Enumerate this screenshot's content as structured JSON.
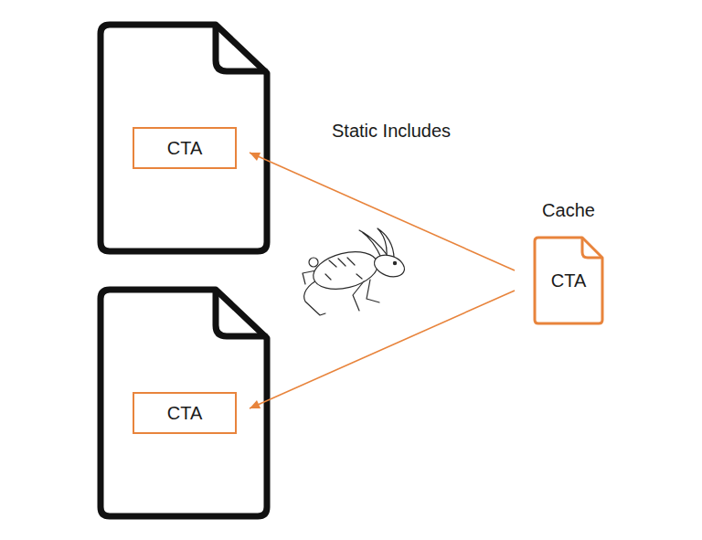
{
  "diagram": {
    "nodes": [
      {
        "text": [
          "CTA"
        ]
      },
      {
        "text": [
          "CTA"
        ]
      },
      {
        "text": [
          "Cache",
          "CTA"
        ]
      }
    ],
    "edges": [
      {
        "from": 2,
        "to": 0,
        "arrow": "to"
      },
      {
        "from": 2,
        "to": 1,
        "arrow": "to"
      }
    ],
    "labels": [
      "Static Includes"
    ]
  }
}
